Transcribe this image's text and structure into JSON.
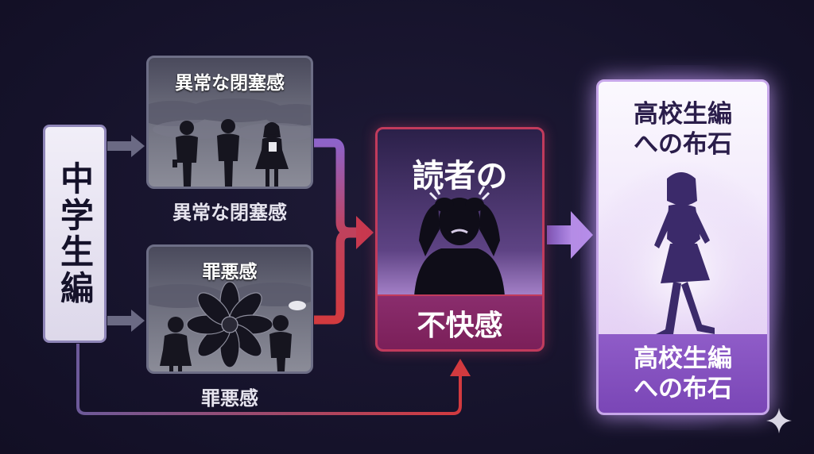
{
  "left": {
    "label": "中学生編"
  },
  "top_scene": {
    "title": "異常な閉塞感",
    "caption": "異常な閉塞感"
  },
  "bottom_scene": {
    "title": "罪悪感",
    "caption": "罪悪感"
  },
  "center": {
    "title": "読者の",
    "footer": "不快感"
  },
  "right": {
    "title_line1": "高校生編",
    "title_line2": "への布石",
    "footer_line1": "高校生編",
    "footer_line2": "への布石"
  },
  "colors": {
    "background": "#17142b",
    "purple_arrow": "#8e63c9",
    "red_arrow": "#d23a3f",
    "accent_glow": "#c7a7ea"
  }
}
